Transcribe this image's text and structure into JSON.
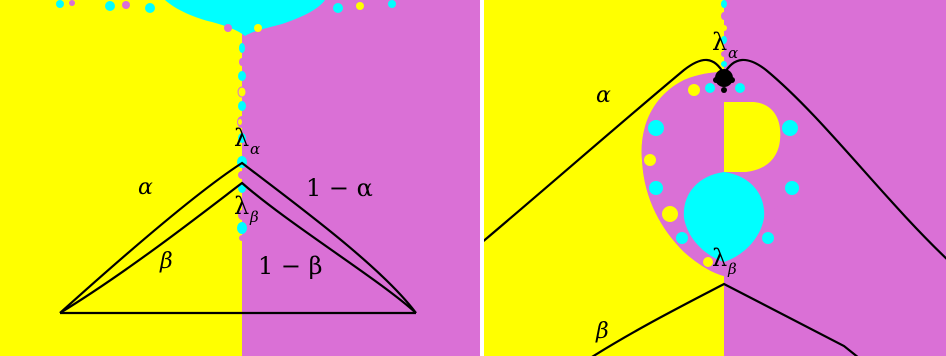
{
  "colors": {
    "yellow": "#ffff00",
    "magenta": "#da70d6",
    "cyan": "#00ffff",
    "black": "#000000",
    "background": "#ffffff"
  },
  "left_panel": {
    "labels": {
      "alpha": "α",
      "one_minus_alpha": "1 − α",
      "beta": "β",
      "one_minus_beta": "1 − β",
      "lambda_alpha_base": "λ",
      "lambda_alpha_sub": "α",
      "lambda_beta_base": "λ",
      "lambda_beta_sub": "β"
    }
  },
  "right_panel": {
    "labels": {
      "alpha": "α",
      "beta": "β",
      "lambda_alpha_base": "λ",
      "lambda_alpha_sub": "α",
      "lambda_beta_base": "λ",
      "lambda_beta_sub": "β"
    }
  }
}
